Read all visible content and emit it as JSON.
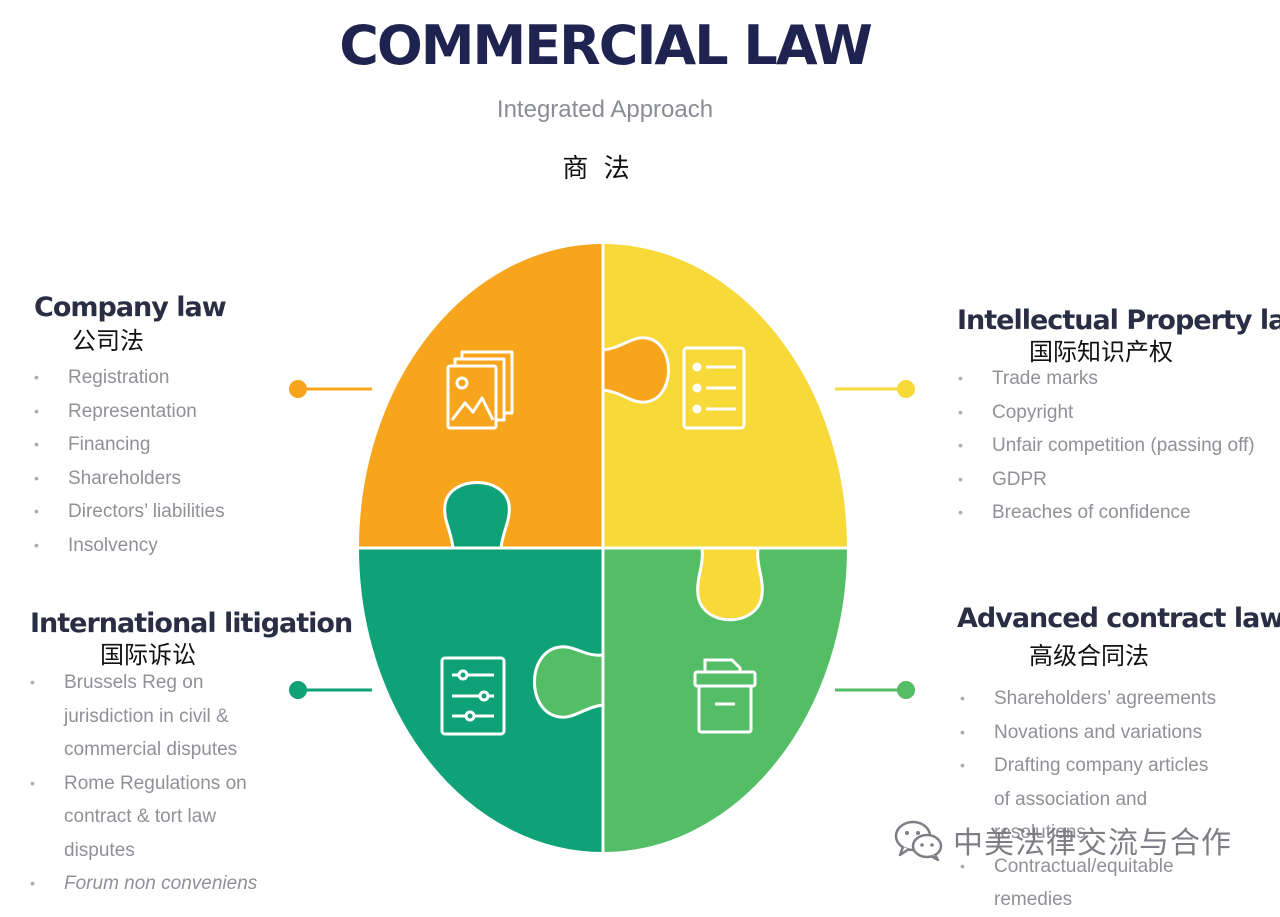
{
  "header": {
    "title": "COMMERCIAL LAW",
    "subtitle": "Integrated Approach",
    "title_cn": "商 法"
  },
  "sections": {
    "company": {
      "title": "Company law",
      "title_cn": "公司法",
      "items": [
        "Registration",
        "Representation",
        "Financing",
        "Shareholders",
        "Directors’ liabilities",
        "Insolvency"
      ]
    },
    "ip": {
      "title": "Intellectual Property law",
      "title_cn": "国际知识产权",
      "items": [
        "Trade marks",
        "Copyright",
        "Unfair competition (passing off)",
        "GDPR",
        "Breaches of confidence"
      ]
    },
    "litigation": {
      "title": "International litigation",
      "title_cn": "国际诉讼",
      "items": [
        "Brussels Reg on jurisdiction in civil & commercial disputes",
        "Rome Regulations on contract & tort law disputes",
        "Forum non conveniens"
      ]
    },
    "contract": {
      "title": "Advanced contract law",
      "title_cn": "高级合同法",
      "items": [
        "Shareholders’ agreements",
        "Novations and variations",
        "Drafting company articles of association and resolutions",
        "Contractual/equitable remedies"
      ]
    }
  },
  "puzzle": {
    "colors": {
      "top_left": "#f7a51d",
      "top_right": "#f8d93a",
      "bottom_left": "#0ea276",
      "bottom_right": "#54be66",
      "outline": "#ffffff"
    },
    "icons": [
      "image-stack-icon",
      "checklist-icon",
      "sliders-icon",
      "archive-box-icon"
    ]
  },
  "watermark": {
    "text": "中美法律交流与合作",
    "icon": "wechat-icon"
  }
}
